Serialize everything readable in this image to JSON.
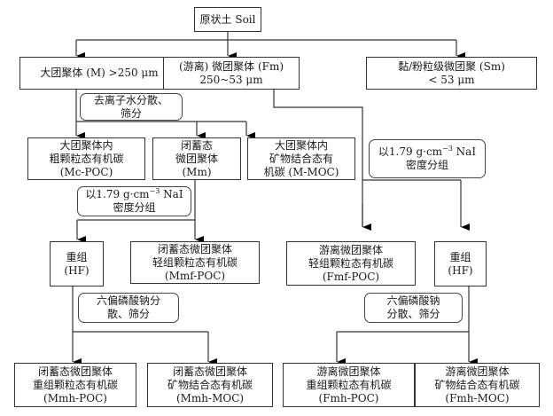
{
  "root": {
    "lines": [
      "原状土 Soil"
    ]
  },
  "level1": {
    "macro": {
      "lines": [
        "大团聚体 (M) >250 μm"
      ]
    },
    "free_micro": {
      "lines": [
        "(游离) 微团聚体 (Fm)",
        "250~53 μm"
      ]
    },
    "silt_clay": {
      "lines": [
        "黏/粉粒级微团聚 (Sm)",
        "< 53 μm"
      ]
    }
  },
  "notes": {
    "water_disperse": {
      "lines": [
        "去离子水分散、",
        "筛分"
      ]
    },
    "nai_left": {
      "line1_pre": "以1.79 g·cm",
      "line1_sup": "−3",
      "line1_post": " NaI",
      "line2": "密度分组"
    },
    "nai_right": {
      "line1_pre": "以1.79 g·cm",
      "line1_sup": "−3",
      "line1_post": " NaI",
      "line2": "密度分组"
    },
    "hmp_left": {
      "lines": [
        "六偏磷酸钠分",
        "散、筛分"
      ]
    },
    "hmp_right": {
      "lines": [
        "六偏磷酸钠",
        "分散、筛分"
      ]
    }
  },
  "level2": {
    "mc_poc": {
      "lines": [
        "大团聚体内",
        "粗颗粒态有机碳",
        "(Mc-POC)"
      ]
    },
    "mm": {
      "lines": [
        "闭蓄态",
        "微团聚体",
        "(Mm)"
      ]
    },
    "m_moc": {
      "lines": [
        "大团聚体内",
        "矿物结合态有",
        "机碳 (M-MOC)"
      ]
    }
  },
  "level3": {
    "hf_left": {
      "lines": [
        "重组",
        "(HF)"
      ]
    },
    "mmf_poc": {
      "lines": [
        "闭蓄态微团聚体",
        "轻组颗粒态有机碳",
        "(Mmf-POC)"
      ]
    },
    "fmf_poc": {
      "lines": [
        "游离微团聚体",
        "轻组颗粒态有机碳",
        "(Fmf-POC)"
      ]
    },
    "hf_right": {
      "lines": [
        "重组",
        "(HF)"
      ]
    }
  },
  "level4": {
    "mmh_poc": {
      "lines": [
        "闭蓄态微团聚体",
        "重组颗粒态有机碳",
        "(Mmh-POC)"
      ]
    },
    "mmh_moc": {
      "lines": [
        "闭蓄态微团聚体",
        "矿物结合态有机碳",
        "(Mmh-MOC)"
      ]
    },
    "fmh_poc": {
      "lines": [
        "游离微团聚体",
        "重组颗粒态有机碳",
        "(Fmh-POC)"
      ]
    },
    "fmh_moc": {
      "lines": [
        "游离微团聚体",
        "矿物结合态有机碳",
        "(Fmh-MOC)"
      ]
    }
  }
}
